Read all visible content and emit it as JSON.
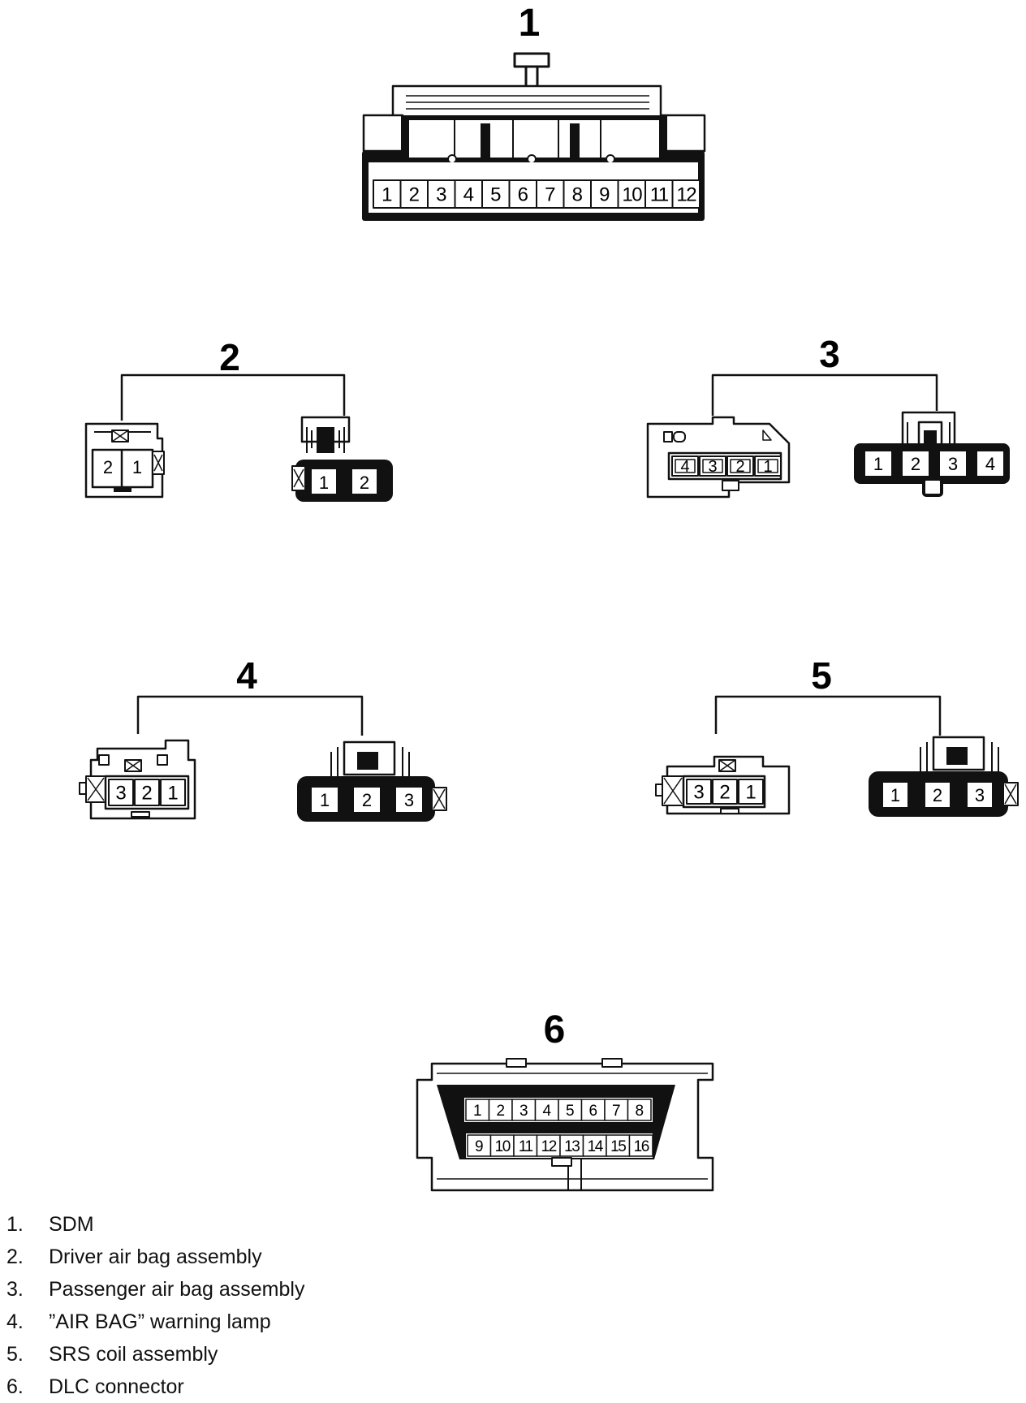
{
  "connectors": [
    {
      "number": "1",
      "pins": [
        "1",
        "2",
        "3",
        "4",
        "5",
        "6",
        "7",
        "8",
        "9",
        "10",
        "11",
        "12"
      ]
    },
    {
      "number": "2",
      "female_pins": [
        "2",
        "1"
      ],
      "male_pins": [
        "1",
        "2"
      ]
    },
    {
      "number": "3",
      "female_pins": [
        "4",
        "3",
        "2",
        "1"
      ],
      "male_pins": [
        "1",
        "2",
        "3",
        "4"
      ]
    },
    {
      "number": "4",
      "female_pins": [
        "3",
        "2",
        "1"
      ],
      "male_pins": [
        "1",
        "2",
        "3"
      ]
    },
    {
      "number": "5",
      "female_pins": [
        "3",
        "2",
        "1"
      ],
      "male_pins": [
        "1",
        "2",
        "3"
      ]
    },
    {
      "number": "6",
      "pins_top": [
        "1",
        "2",
        "3",
        "4",
        "5",
        "6",
        "7",
        "8"
      ],
      "pins_bottom": [
        "9",
        "10",
        "11",
        "12",
        "13",
        "14",
        "15",
        "16"
      ]
    }
  ],
  "legend": [
    {
      "num": "1.",
      "text": "SDM"
    },
    {
      "num": "2.",
      "text": "Driver air bag assembly"
    },
    {
      "num": "3.",
      "text": "Passenger air bag assembly"
    },
    {
      "num": "4.",
      "text": "”AIR BAG” warning lamp"
    },
    {
      "num": "5.",
      "text": "SRS coil assembly"
    },
    {
      "num": "6.",
      "text": "DLC connector"
    }
  ]
}
